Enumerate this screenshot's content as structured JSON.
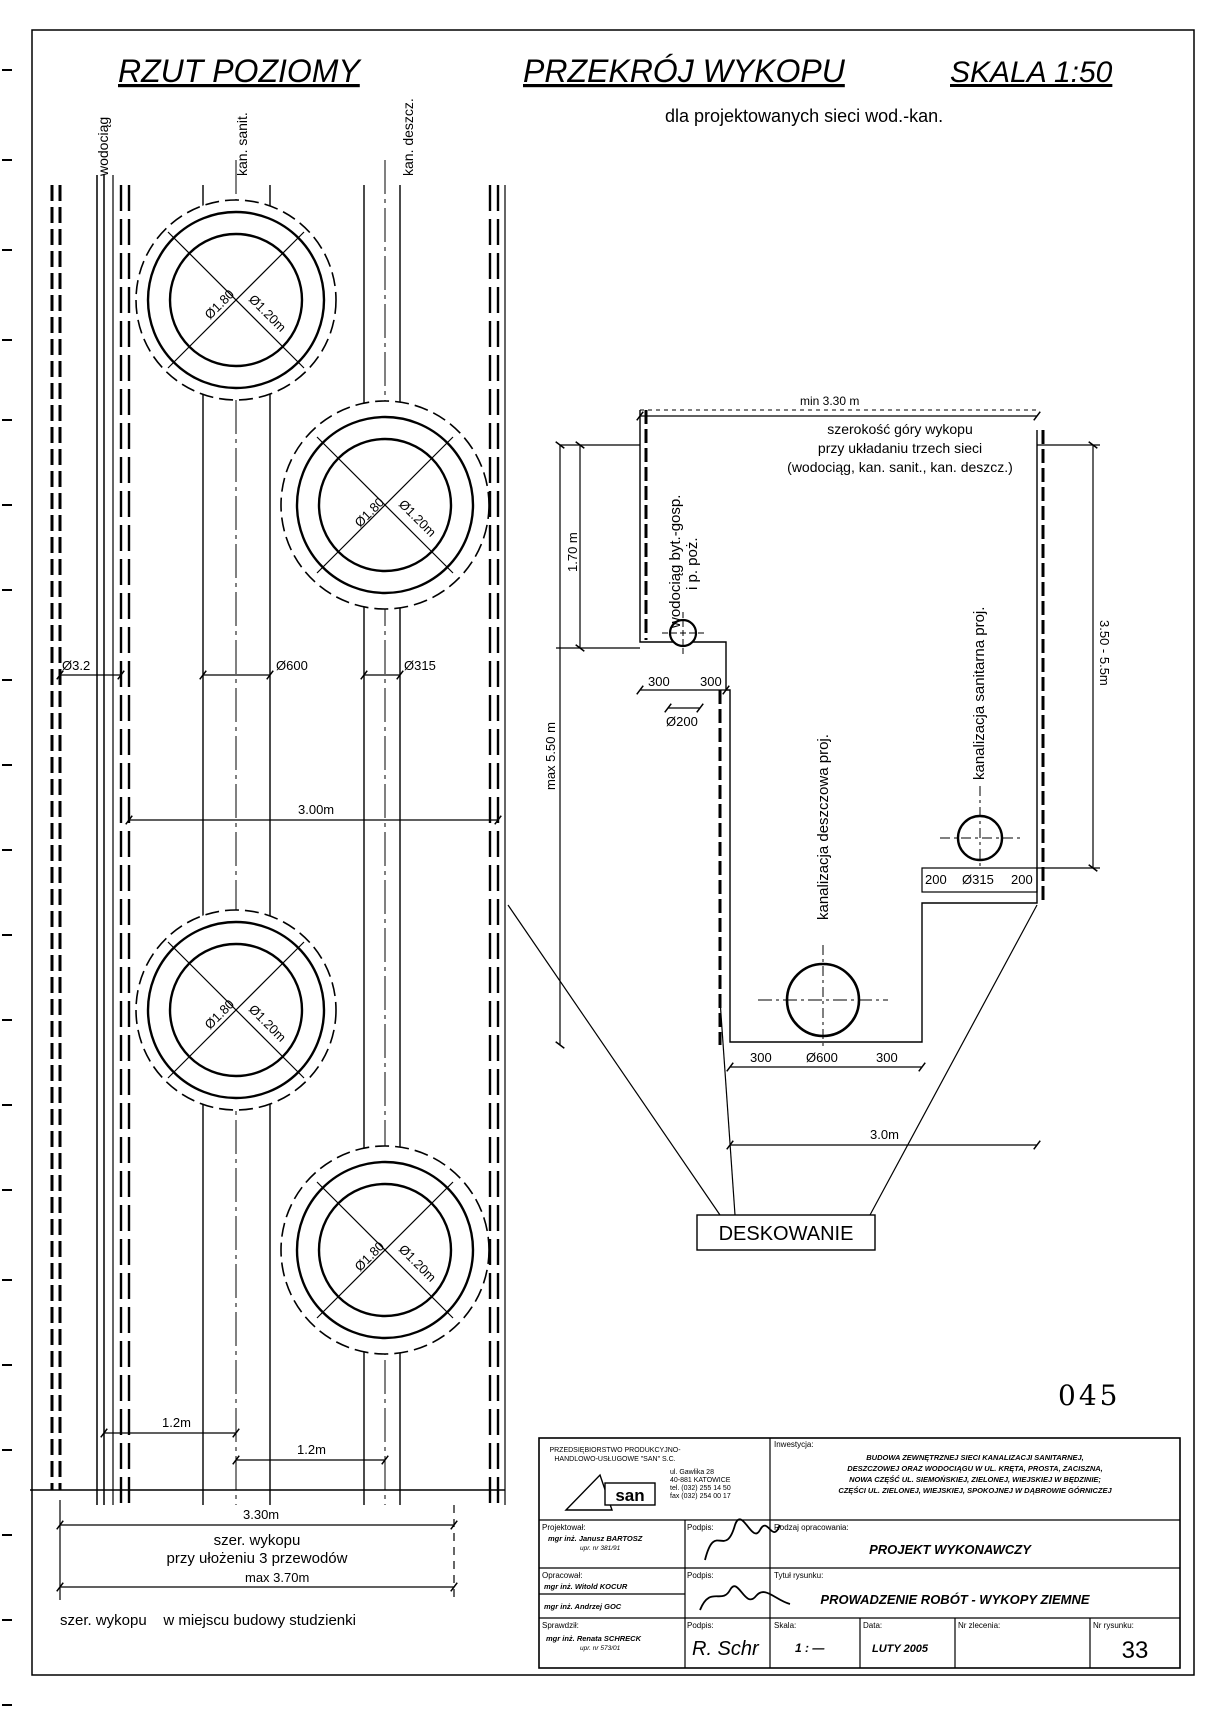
{
  "plan": {
    "title": "RZUT POZIOMY",
    "lbl_water": "wodociąg",
    "lbl_sanit": "kan. sanit.",
    "lbl_storm": "kan. deszcz.",
    "well_outer": "Ø1.80",
    "well_inner": "Ø1.20m",
    "d_small": "Ø3.2",
    "d_600": "Ø600",
    "d_315": "Ø315",
    "w_300": "3.00m",
    "w_12a": "1.2m",
    "w_12b": "1.2m",
    "w_330": "3.30m",
    "note1": "szer. wykopu",
    "note2": "przy ułożeniu 3 przewodów",
    "w_max370": "max 3.70m",
    "note3": "szer. wykopu    w miejscu budowy studzienki"
  },
  "section": {
    "title": "PRZEKRÓJ WYKOPU",
    "scale": "SKALA 1:50",
    "subtitle": "dla projektowanych sieci wod.-kan.",
    "min330": "min 3.30 m",
    "desc1": "szerokość góry wykopu",
    "desc2": "przy układaniu trzech sieci",
    "desc3": "(wodociąg, kan. sanit., kan. deszcz.)",
    "dim170": "1.70 m",
    "dim550": "max 5.50 m",
    "dim350": "3.50 - 5.5m",
    "wod1": "wodociąg byt.-gosp.",
    "wod2": "i p. poż.",
    "kan_desz": "kanalizacja deszczowa proj.",
    "kan_san": "kanalizacja sanitarna proj.",
    "d300a": "300",
    "d300b": "300",
    "d200": "Ø200",
    "d200a": "200",
    "d315": "Ø315",
    "d200b": "200",
    "d300c": "300",
    "d600": "Ø600",
    "d300d": "300",
    "w30": "3.0m",
    "desk": "DESKOWANIE"
  },
  "stamp_number": "045",
  "title_block": {
    "company_l1": "PRZEDSIĘBIORSTWO PRODUKCYJNO-",
    "company_l2": "HANDLOWO-USŁUGOWE \"SAN\" S.C.",
    "company_l3": "ul. Gawlika 28",
    "company_l4": "40-881 KATOWICE",
    "company_l5": "tel. (032) 255 14 50",
    "company_l6": "fax (032) 254 00 17",
    "logo": "san",
    "inwest_label": "Inwestycja:",
    "inwest_l1": "BUDOWA ZEWNĘTRZNEJ SIECI KANALIZACJI SANITARNEJ,",
    "inwest_l2": "DESZCZOWEJ ORAZ WODOCIĄGU W UL. KRĘTA, PROSTA, ZACISZNA,",
    "inwest_l3": "NOWA CZĘŚĆ UL. SIEMOŃSKIEJ, ZIELONEJ, WIEJSKIEJ W BĘDZINIE;",
    "inwest_l4": "CZĘŚCI UL. ZIELONEJ, WIEJSKIEJ, SPOKOJNEJ W DĄBROWIE GÓRNICZEJ",
    "proj_label": "Projektował:",
    "proj_name": "mgr inż. Janusz BARTOSZ",
    "proj_upr": "upr. nr 381/91",
    "podpis1": "Podpis:",
    "rodzaj_label": "Rodzaj opracowania:",
    "rodzaj": "PROJEKT WYKONAWCZY",
    "oprac_label": "Opracował:",
    "oprac_name1": "mgr inż. Witold KOCUR",
    "oprac_name2": "mgr inż. Andrzej GOC",
    "podpis2": "Podpis:",
    "tytul_label": "Tytuł rysunku:",
    "tytul": "PROWADZENIE ROBÓT - WYKOPY ZIEMNE",
    "spr_label": "Sprawdził:",
    "spr_name": "mgr inż. Renata SCHRECK",
    "spr_upr": "upr. nr 573/01",
    "podpis3": "Podpis:",
    "sig3": "R. Schr",
    "skala_label": "Skala:",
    "skala": "1 : —",
    "data_label": "Data:",
    "data": "LUTY 2005",
    "zlec_label": "Nr zlecenia:",
    "zlec": "",
    "nr_label": "Nr rysunku:",
    "nr": "33"
  }
}
